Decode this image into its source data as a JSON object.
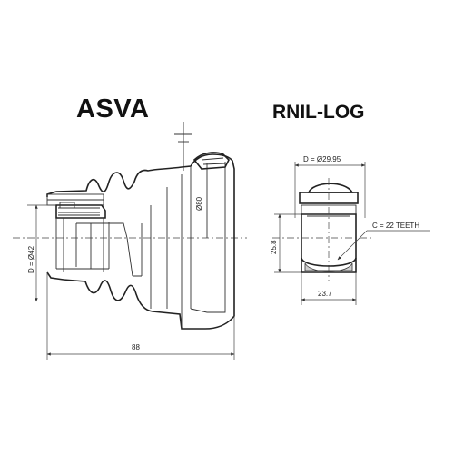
{
  "header": {
    "brand": "ASVA",
    "part_number": "RNIL-LOG"
  },
  "boot_drawing": {
    "dim_small_end": "D = Ø42",
    "dim_large_end": "Ø80",
    "dim_length": "88"
  },
  "joint_drawing": {
    "dim_outer": "D = Ø29.95",
    "dim_teeth": "C = 22 TEETH",
    "dim_height": "25.8",
    "dim_width": "23.7"
  }
}
